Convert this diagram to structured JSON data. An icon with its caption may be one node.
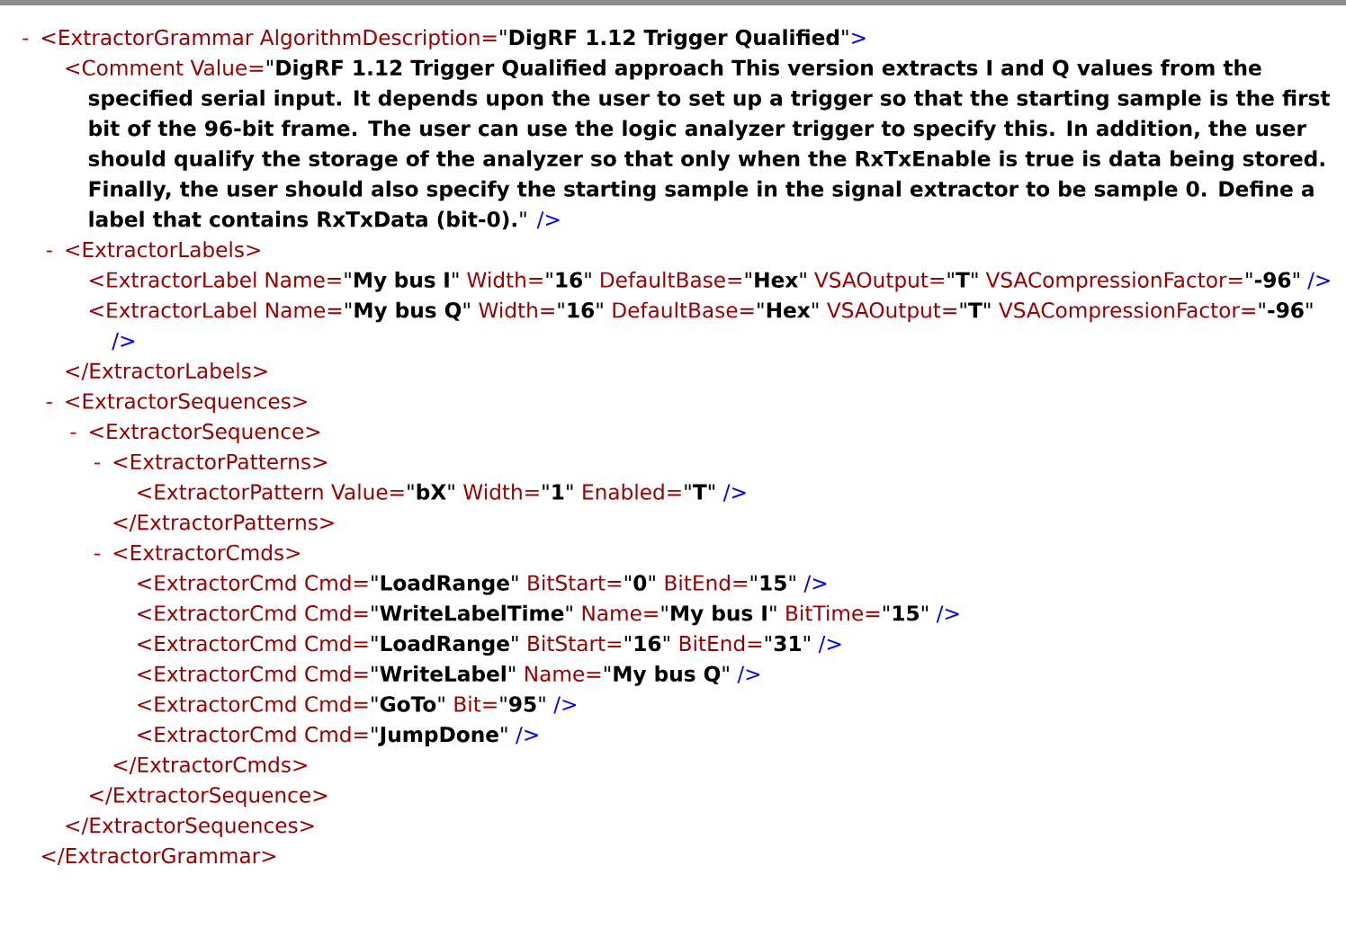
{
  "diagram": {
    "labels": [
      "-",
      "<ExtractorGrammar",
      "AlgorithmDescription=",
      "\"**DigRF 1.12 Trigger Qualified**\"",
      ">",
      "<Comment",
      "Value=",
      "\"**DigRF 1.12 Trigger Qualified approach This version extracts I and Q values from the specified serial input. It depends upon the user to set up a trigger so that the starting sample is the first bit of the 96-bit frame. The user can use the logic analyzer trigger to specify this. In addition, the user should qualify the storage of the analyzer so that only when the RxTxEnable is true is data being stored. Finally, the user should also specify the starting sample in the signal extractor to be sample 0. Define a label that contains RxTxData (bit-0).**\"",
      "/>",
      "-",
      "<ExtractorLabels>",
      "<ExtractorLabel",
      "Name=",
      "\"**My bus I**\"",
      "Width=",
      "\"**16**\"",
      "DefaultBase=",
      "\"**Hex**\"",
      "VSAOutput=",
      "\"**T**\"",
      "VSACompressionFactor=",
      "\"**-96**\"",
      "/>",
      "<ExtractorLabel",
      "Name=",
      "\"**My bus Q**\"",
      "Width=",
      "\"**16**\"",
      "DefaultBase=",
      "\"**Hex**\"",
      "VSAOutput=",
      "\"**T**\"",
      "VSACompressionFactor=",
      "\"**-96**\"",
      "/>",
      "</ExtractorLabels>",
      "-",
      "<ExtractorSequences>",
      "-",
      "<ExtractorSequence>",
      "-",
      "<ExtractorPatterns>",
      "<ExtractorPattern",
      "Value=",
      "\"**bX**\"",
      "Width=",
      "\"**1**\"",
      "Enabled=",
      "\"**T**\"",
      "/>",
      "</ExtractorPatterns>",
      "-",
      "<ExtractorCmds>",
      "<ExtractorCmd",
      "Cmd=",
      "\"**LoadRange**\"",
      "BitStart=",
      "\"**0**\"",
      "BitEnd=",
      "\"**15**\"",
      "/>",
      "<ExtractorCmd",
      "Cmd=",
      "\"**WriteLabelTime**\"",
      "Name=",
      "\"**My bus I**\"",
      "BitTime=",
      "\"**15**\"",
      "/>",
      "<ExtractorCmd",
      "Cmd=",
      "\"**LoadRange**\"",
      "BitStart=",
      "\"**16**\"",
      "BitEnd=",
      "\"**31**\"",
      "/>",
      "<ExtractorCmd",
      "Cmd=",
      "\"**WriteLabel**\"",
      "Name=",
      "\"**My bus Q**\"",
      "/>",
      "<ExtractorCmd",
      "Cmd=",
      "\"**GoTo**\"",
      "Bit=",
      "\"**95**\"",
      "/>",
      "<ExtractorCmd",
      "Cmd=",
      "\"**JumpDone**\"",
      "/>",
      "</ExtractorCmds>",
      "</ExtractorSequence>",
      "</ExtractorSequences>",
      "</ExtractorGrammar>"
    ]
  }
}
